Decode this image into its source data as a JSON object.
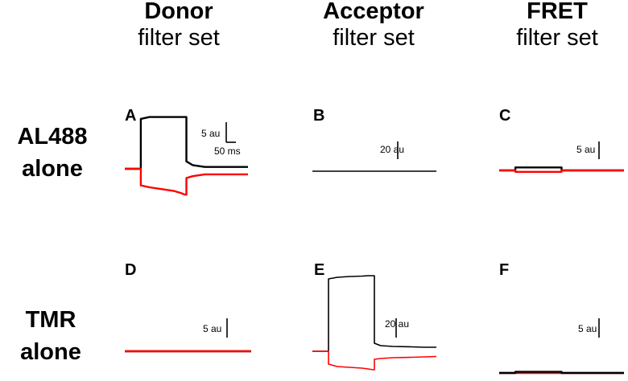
{
  "columns": [
    {
      "title": "Donor",
      "subtitle": "filter set"
    },
    {
      "title": "Acceptor",
      "subtitle": "filter set"
    },
    {
      "title": "FRET",
      "subtitle": "filter set"
    }
  ],
  "rows": [
    {
      "line1": "AL488",
      "line2": "alone"
    },
    {
      "line1": "TMR",
      "line2": "alone"
    }
  ],
  "colors": {
    "trace_black": "#000000",
    "trace_red": "#ff0000"
  },
  "chart_data": [
    {
      "type": "line",
      "panel": "A",
      "scale_y": "5 au",
      "scale_x": "50 ms",
      "series": [
        {
          "color": "#000000",
          "values": [
            0,
            0,
            0,
            0,
            13.5,
            14,
            14,
            14,
            14,
            14,
            2,
            1,
            0.5,
            0.5,
            0.5,
            0.5
          ]
        },
        {
          "color": "#ff0000",
          "values": [
            0,
            0,
            0,
            0,
            -4.5,
            -5,
            -5.5,
            -6,
            -6.5,
            -7,
            -2.5,
            -2,
            -1.5,
            -1.5,
            -1.5,
            -1.5
          ]
        }
      ]
    },
    {
      "type": "line",
      "panel": "B",
      "scale_y": "20 au",
      "series": [
        {
          "color": "#000000",
          "values": [
            0,
            0,
            0,
            0,
            0,
            0,
            0,
            0,
            0,
            0,
            0,
            0,
            0,
            0,
            0,
            0
          ]
        }
      ]
    },
    {
      "type": "line",
      "panel": "C",
      "scale_y": "5 au",
      "series": [
        {
          "color": "#000000",
          "values": [
            0,
            0,
            0,
            0,
            0.8,
            0.8,
            0.8,
            0.8,
            0.8,
            0.8,
            0,
            0,
            0,
            0,
            0,
            0
          ]
        },
        {
          "color": "#ff0000",
          "values": [
            0,
            0,
            0,
            0,
            -0.4,
            -0.4,
            -0.4,
            -0.4,
            -0.4,
            -0.4,
            0,
            0,
            0,
            0,
            0,
            0
          ]
        }
      ]
    },
    {
      "type": "line",
      "panel": "D",
      "scale_y": "5 au",
      "series": [
        {
          "color": "#000000",
          "values": [
            0,
            0,
            0,
            0,
            0,
            0,
            0,
            0,
            0,
            0,
            0,
            0,
            0,
            0,
            0,
            0
          ]
        },
        {
          "color": "#ff0000",
          "values": [
            0,
            0,
            0,
            0,
            0,
            0,
            0,
            0,
            0,
            0,
            0,
            0,
            0,
            0,
            0,
            0
          ]
        }
      ]
    },
    {
      "type": "line",
      "panel": "E",
      "scale_y": "20 au",
      "series": [
        {
          "color": "#000000",
          "values": [
            0,
            0,
            0,
            0,
            90,
            92,
            93,
            93.5,
            94,
            94,
            10,
            7,
            6,
            5.5,
            5,
            5
          ]
        },
        {
          "color": "#ff0000",
          "values": [
            0,
            0,
            0,
            0,
            -16,
            -19,
            -20,
            -21,
            -22,
            -23,
            -10,
            -9,
            -8,
            -7.5,
            -7,
            -6.5
          ]
        }
      ]
    },
    {
      "type": "line",
      "panel": "F",
      "scale_y": "5 au",
      "series": [
        {
          "color": "#ff0000",
          "values": [
            0,
            0,
            0,
            0,
            0,
            0,
            0,
            0,
            0,
            0,
            0,
            0,
            0,
            0,
            0,
            0
          ]
        },
        {
          "color": "#000000",
          "values": [
            0,
            0,
            0,
            0,
            0.3,
            0.3,
            0.3,
            0.3,
            0.3,
            0.3,
            0,
            0,
            0,
            0,
            0,
            0
          ]
        }
      ]
    }
  ]
}
